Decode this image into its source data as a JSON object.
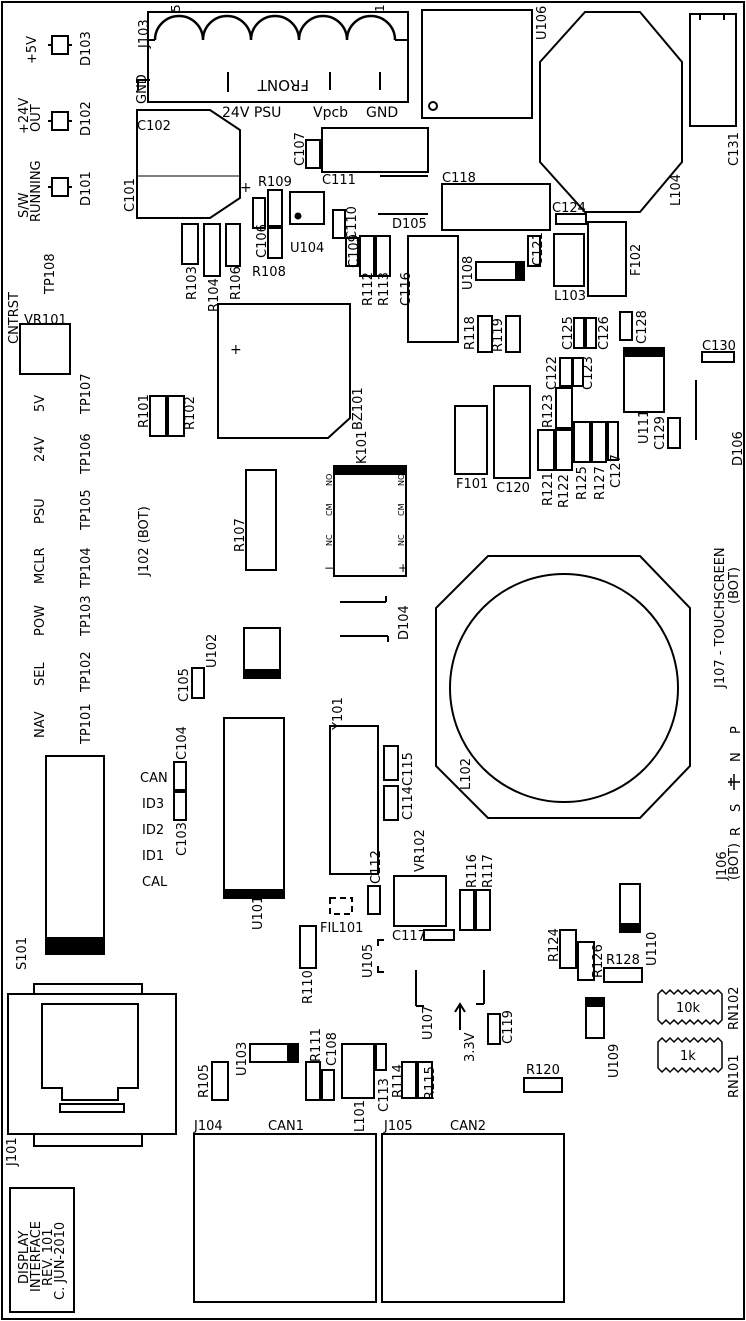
{
  "labels": {
    "J103": "J103",
    "J103_pin5": "5",
    "J103_pin1": "1",
    "FRONT": "FRONT",
    "GND_left": "GND",
    "PSU24": "24V PSU",
    "Vpcb": "Vpcb",
    "GND": "GND",
    "U106": "U106",
    "L104": "L104",
    "C131": "C131",
    "D103": "D103",
    "D102": "D102",
    "D101": "D101",
    "plus5V": "+5V",
    "plus24V": "+24V",
    "OUT": "OUT",
    "SW": "S/W",
    "RUNNING": "RUNNING",
    "C102": "C102",
    "C101": "C101",
    "C107": "C107",
    "C111": "C111",
    "C118": "C118",
    "R109": "R109",
    "C106": "C106",
    "R108": "R108",
    "U104": "U104",
    "C110": "C110",
    "C109": "C109",
    "D105": "D105",
    "C124": "C124",
    "C121": "C121",
    "F102": "F102",
    "L103": "L103",
    "U108": "U108",
    "C116": "C116",
    "R112": "R112",
    "R113": "R113",
    "R103": "R103",
    "R104": "R104",
    "R106": "R106",
    "TP108": "TP108",
    "CNTRST": "CNTRST",
    "VR101": "VR101",
    "R118": "R118",
    "R119": "R119",
    "C125": "C125",
    "C126": "C126",
    "C128": "C128",
    "C130": "C130",
    "C122": "C122",
    "C123": "C123",
    "U111": "U111",
    "C129": "C129",
    "D106": "D106",
    "R123": "R123",
    "F101": "F101",
    "C120": "C120",
    "R121": "R121",
    "R122": "R122",
    "R125": "R125",
    "R127": "R127",
    "C127": "C127",
    "BZ101": "BZ101",
    "K101": "K101",
    "NC": "NC",
    "CM": "CM",
    "NO": "NO",
    "minus": "−",
    "plus": "+",
    "R101": "R101",
    "R102": "R102",
    "R107": "R107",
    "TP107": "TP107",
    "TP106": "TP106",
    "TP105": "TP105",
    "TP104": "TP104",
    "TP103": "TP103",
    "TP102": "TP102",
    "TP101": "TP101",
    "t5V": "5V",
    "t24V": "24V",
    "tPSU": "PSU",
    "tMCLR": "MCLR",
    "tPOW": "POW",
    "tSEL": "SEL",
    "tNAV": "NAV",
    "J102": "J102 (BOT)",
    "J107": "J107 - TOUCHSCREEN",
    "J107b": "(BOT)",
    "D104": "D104",
    "U102": "U102",
    "C105": "C105",
    "Y101": "Y101",
    "C104": "C104",
    "C103": "C103",
    "CAN": "CAN",
    "ID3": "ID3",
    "ID2": "ID2",
    "ID1": "ID1",
    "CAL": "CAL",
    "C115": "C115",
    "C114": "C114",
    "L102": "L102",
    "P": "P",
    "N": "N",
    "S": "S",
    "R": "R",
    "J106": "J106",
    "J106b": "(BOT)",
    "U101": "U101",
    "S101": "S101",
    "C112": "C112",
    "FIL101": "FIL101",
    "VR102": "VR102",
    "R116": "R116",
    "R117": "R117",
    "C117": "C117",
    "U105": "U105",
    "R110": "R110",
    "R124": "R124",
    "R126": "R126",
    "R128": "R128",
    "U110": "U110",
    "RN102": "RN102",
    "k10": "10k",
    "RN101": "RN101",
    "k1": "1k",
    "U107": "U107",
    "C119": "C119",
    "v33": "3.3V",
    "U109": "U109",
    "R120": "R120",
    "J101": "J101",
    "R105": "R105",
    "U103": "U103",
    "R111": "R111",
    "C108": "C108",
    "L101": "L101",
    "C113": "C113",
    "R114": "R114",
    "R115": "R115",
    "J104": "J104",
    "CAN1": "CAN1",
    "J105": "J105",
    "CAN2": "CAN2",
    "disp1": "DISPLAY",
    "disp2": "INTERFACE",
    "disp3": "REV. 101",
    "disp4": "C. JUN-2010"
  }
}
